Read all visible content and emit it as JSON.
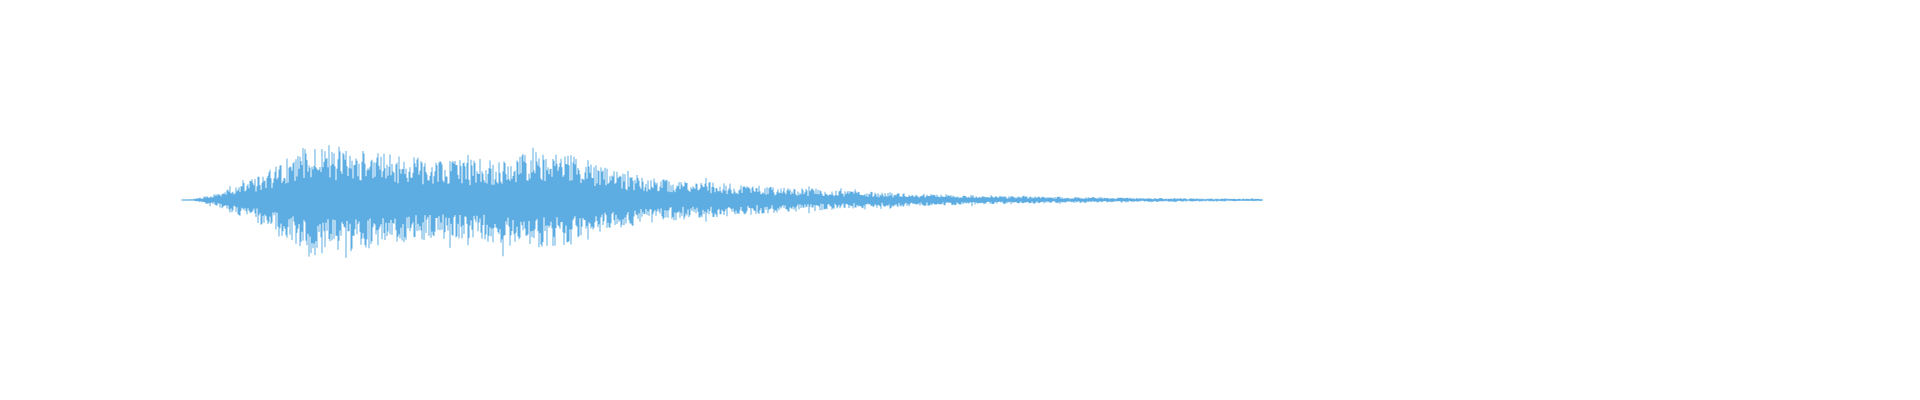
{
  "waveform": {
    "color": "#5dade2",
    "background": "#ffffff",
    "envelope": {
      "attack_fraction": 0.12,
      "peak_positions": [
        0.12,
        0.2,
        0.33
      ],
      "peak_levels": [
        1.0,
        0.92,
        0.55
      ],
      "decay_end_fraction": 1.0
    }
  }
}
